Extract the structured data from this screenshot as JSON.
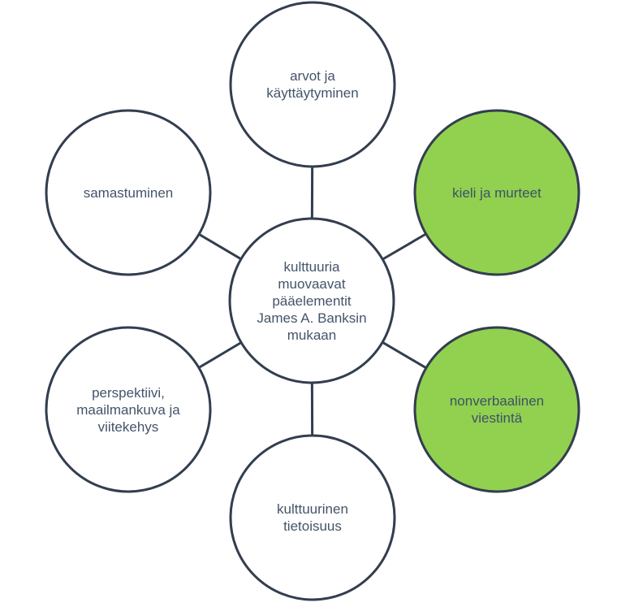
{
  "colors": {
    "stroke": "#323e4f",
    "fill_default": "#ffffff",
    "fill_highlight": "#92d050",
    "text": "#44546a",
    "text_highlight": "#3d5266"
  },
  "center": {
    "id": "center",
    "label": "kulttuuria\nmuovaavat\npääelementit\nJames A. Banksin\nmukaan",
    "highlighted": false
  },
  "nodes": [
    {
      "id": "top",
      "label": "arvot ja\nkäyttäytyminen",
      "highlighted": false
    },
    {
      "id": "upper-right",
      "label": "kieli ja murteet",
      "highlighted": true
    },
    {
      "id": "lower-right",
      "label": "nonverbaalinen\nviestintä",
      "highlighted": true
    },
    {
      "id": "bottom",
      "label": "kulttuurinen\ntietoisuus",
      "highlighted": false
    },
    {
      "id": "lower-left",
      "label": "perspektiivi,\nmaailmankuva ja\nviitekehys",
      "highlighted": false
    },
    {
      "id": "upper-left",
      "label": "samastuminen",
      "highlighted": false
    }
  ]
}
